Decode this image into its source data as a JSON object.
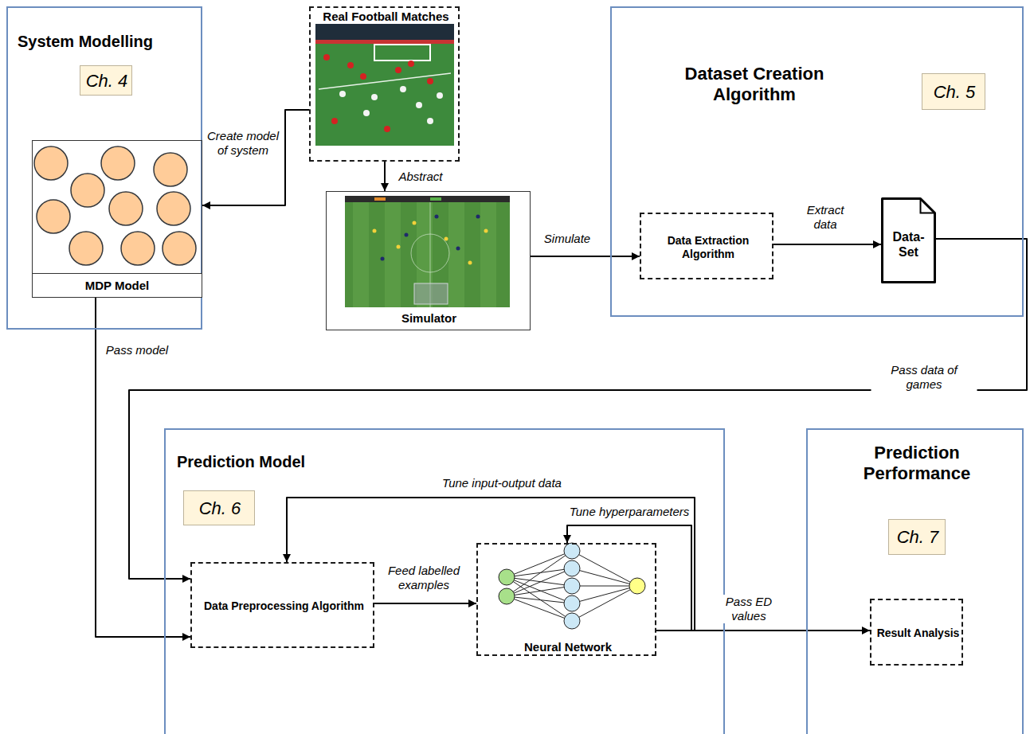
{
  "diagram": {
    "nodes": [
      {
        "text": [
          "System Modelling"
        ]
      },
      {
        "text": [
          "Ch. 4"
        ],
        "in": 0
      },
      {
        "text": [
          "MDP Model"
        ],
        "in": 0
      },
      {
        "text": [
          "Real Football Matches"
        ]
      },
      {
        "text": [
          "Simulator"
        ]
      },
      {
        "text": [
          "Dataset Creation Algorithm"
        ]
      },
      {
        "text": [
          "Ch. 5"
        ],
        "in": 5
      },
      {
        "text": [
          "Data Extraction Algorithm"
        ],
        "in": 5
      },
      {
        "text": [
          "Data-Set"
        ],
        "in": 5
      },
      {
        "text": [
          "Prediction Model"
        ]
      },
      {
        "text": [
          "Ch. 6"
        ],
        "in": 9
      },
      {
        "text": [
          "Data Preprocessing Algorithm"
        ],
        "in": 9
      },
      {
        "text": [
          "Neural Network"
        ],
        "in": 9
      },
      {
        "text": [
          "Prediction Performance"
        ]
      },
      {
        "text": [
          "Ch. 7"
        ],
        "in": 13
      },
      {
        "text": [
          "Result Analysis"
        ],
        "in": 13
      }
    ],
    "edges": [
      {
        "from": 3,
        "to": 2,
        "label": "Create model of system",
        "arrow": "to"
      },
      {
        "from": 3,
        "to": 4,
        "label": "Abstract",
        "arrow": "to"
      },
      {
        "from": 4,
        "to": 7,
        "label": "Simulate",
        "arrow": "to"
      },
      {
        "from": 7,
        "to": 8,
        "label": "Extract data",
        "arrow": "to"
      },
      {
        "from": 8,
        "to": 11,
        "label": "Pass data of games",
        "arrow": "to"
      },
      {
        "from": 2,
        "to": 11,
        "label": "Pass model",
        "arrow": "to"
      },
      {
        "from": 11,
        "to": 12,
        "label": "Feed labelled examples",
        "arrow": "to"
      },
      {
        "from": 12,
        "to": 11,
        "label": "Tune input-output data",
        "arrow": "to"
      },
      {
        "from": 12,
        "to": 12,
        "label": "Tune hyperparameters",
        "arrow": "to"
      },
      {
        "from": 12,
        "to": 15,
        "label": "Pass ED values",
        "arrow": "to"
      }
    ]
  }
}
